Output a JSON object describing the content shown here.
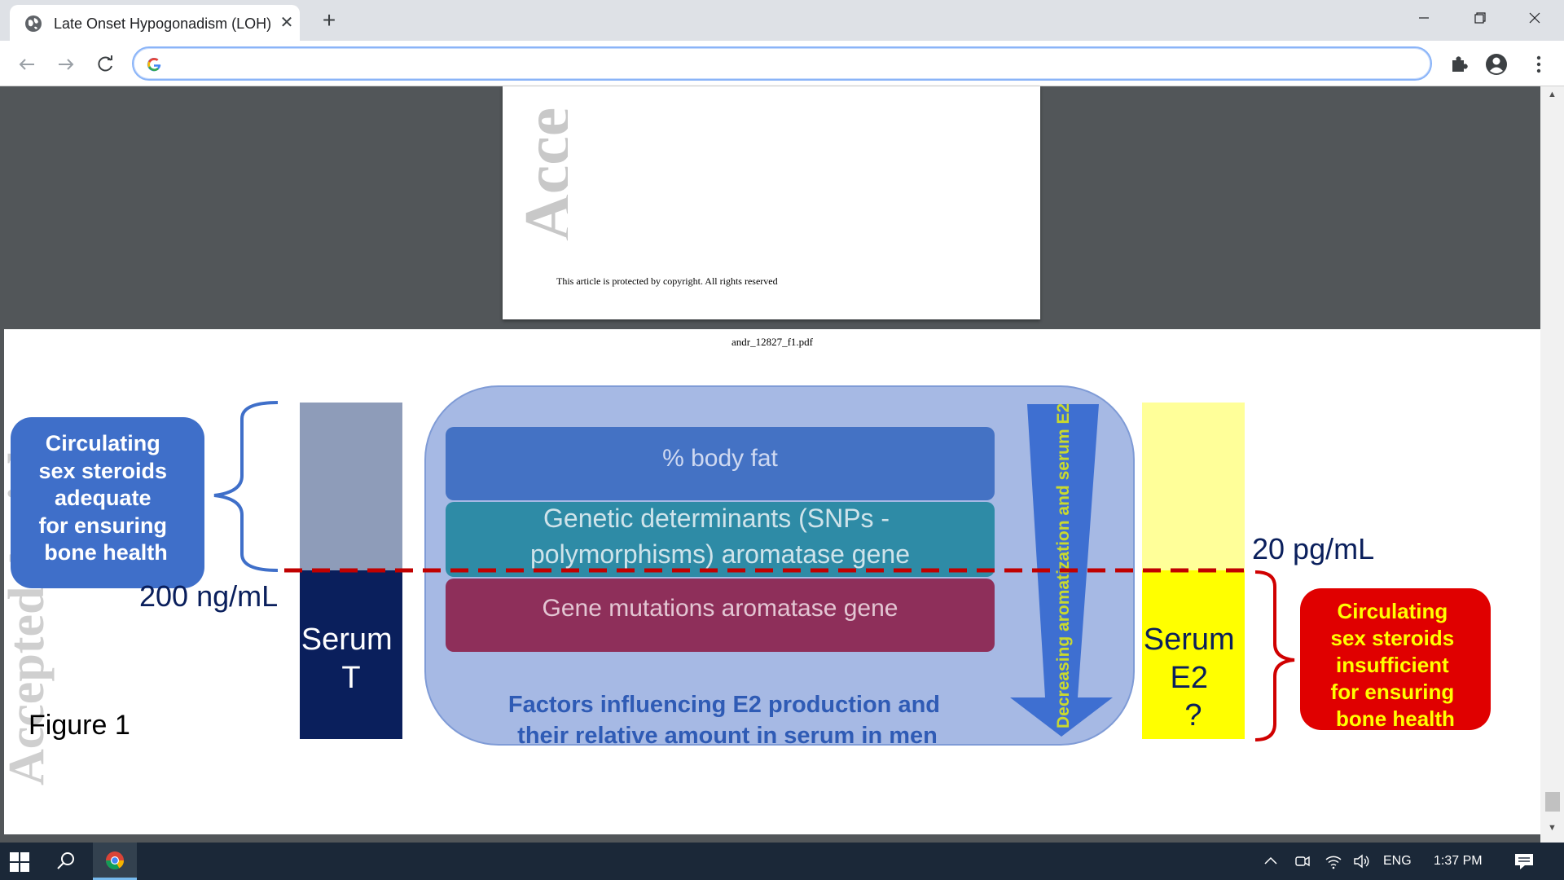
{
  "browser": {
    "tab_title": "Late Onset Hypogonadism (LOH)",
    "address_value": "",
    "address_placeholder": ""
  },
  "viewer": {
    "copyright_text": "This article is protected by copyright. All rights reserved",
    "watermark_top": "Acce",
    "figure_filename": "andr_12827_f1.pdf",
    "watermark_fig": "Accepted Article"
  },
  "figure": {
    "left_box_lines": [
      "Circulating",
      "sex steroids",
      "adequate",
      "for ensuring",
      "bone health"
    ],
    "threshold_t": "200 ng/mL",
    "serum_t_lines": [
      "Serum",
      "T"
    ],
    "factor_1": "% body fat",
    "factor_2_lines": [
      "Genetic determinants (SNPs -",
      "polymorphisms) aromatase gene"
    ],
    "factor_3": "Gene mutations aromatase gene",
    "factors_caption_lines": [
      "Factors influencing E2 production and",
      "their relative amount in serum in men"
    ],
    "arrow_label": "Decreasing aromatization and serum E2",
    "threshold_e2": "20 pg/mL",
    "serum_e2_lines": [
      "Serum",
      "E2",
      "?"
    ],
    "right_box_lines": [
      "Circulating",
      "sex steroids",
      "insufficient",
      "for ensuring",
      "bone health"
    ],
    "figure_label": "Figure 1"
  },
  "taskbar": {
    "language": "ENG",
    "time": "1:37 PM"
  },
  "colors": {
    "left_box": "#3f6fc9",
    "serum_t_upper": "#8e9cb9",
    "serum_t_lower": "#0a1f5c",
    "central_panel": "#a6b9e4",
    "factor_1": "#4472c4",
    "factor_2": "#2e8ba6",
    "factor_3": "#8e2f5a",
    "arrow": "#3e6fd1",
    "arrow_text": "#c9d92f",
    "serum_e2_upper": "#ffff99",
    "serum_e2_lower": "#ffff00",
    "right_box": "#e00000",
    "right_box_text": "#ffff00",
    "threshold_line": "#c00000",
    "caption_text": "#2f5bb5"
  }
}
